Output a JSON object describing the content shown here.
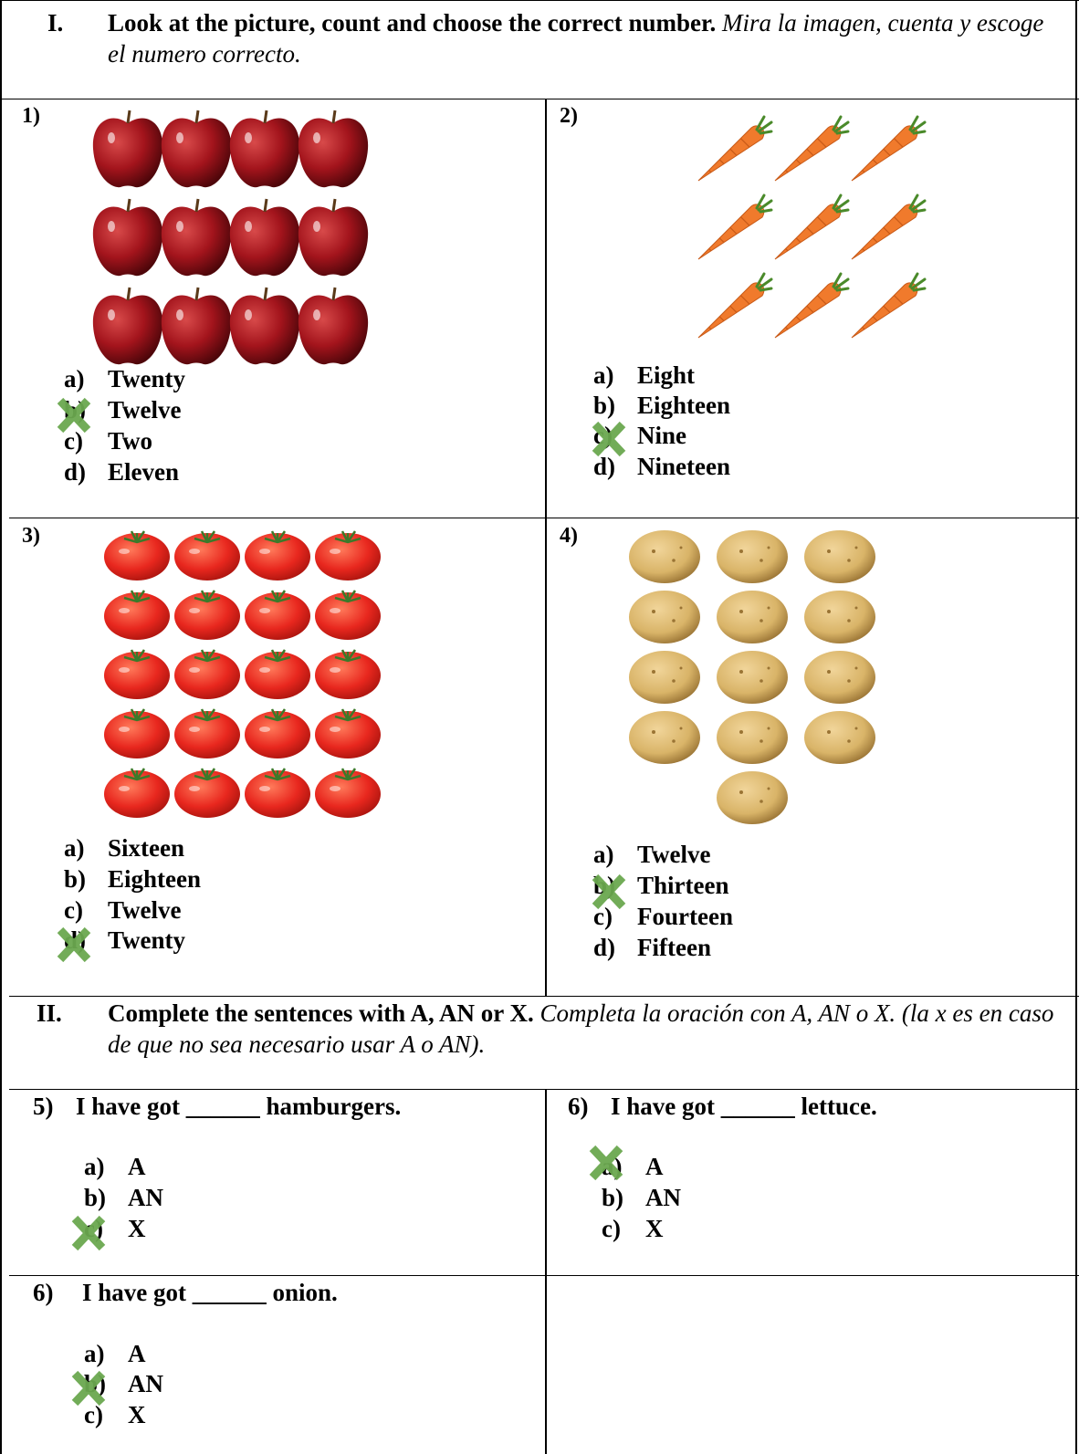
{
  "section1": {
    "roman": "I.",
    "instruction_en": "Look at the picture, count and choose the correct number.",
    "instruction_es": "Mira la imagen, cuenta y escoge el numero correcto."
  },
  "section2": {
    "roman": "II.",
    "instruction_en": "Complete the sentences with A, AN or X.",
    "instruction_es": "Completa la oración con A, AN o X. (la x es en caso de que no sea necesario usar A o AN)."
  },
  "questions": [
    {
      "num": "1)",
      "picture": "apples",
      "count": 12,
      "options": [
        {
          "letter": "a)",
          "word": "Twenty",
          "marked": false
        },
        {
          "letter": "b)",
          "word": "Twelve",
          "marked": true
        },
        {
          "letter": "c)",
          "word": "Two",
          "marked": false
        },
        {
          "letter": "d)",
          "word": "Eleven",
          "marked": false
        }
      ]
    },
    {
      "num": "2)",
      "picture": "carrots",
      "count": 9,
      "options": [
        {
          "letter": "a)",
          "word": "Eight",
          "marked": false
        },
        {
          "letter": "b)",
          "word": "Eighteen",
          "marked": false
        },
        {
          "letter": "c)",
          "word": "Nine",
          "marked": true
        },
        {
          "letter": "d)",
          "word": "Nineteen",
          "marked": false
        }
      ]
    },
    {
      "num": "3)",
      "picture": "tomatoes",
      "count": 20,
      "options": [
        {
          "letter": "a)",
          "word": "Sixteen",
          "marked": false
        },
        {
          "letter": "b)",
          "word": "Eighteen",
          "marked": false
        },
        {
          "letter": "c)",
          "word": "Twelve",
          "marked": false
        },
        {
          "letter": "d)",
          "word": "Twenty",
          "marked": true
        }
      ]
    },
    {
      "num": "4)",
      "picture": "potatoes",
      "count": 13,
      "options": [
        {
          "letter": "a)",
          "word": "Twelve",
          "marked": false
        },
        {
          "letter": "b)",
          "word": "Thirteen",
          "marked": true
        },
        {
          "letter": "c)",
          "word": "Fourteen",
          "marked": false
        },
        {
          "letter": "d)",
          "word": "Fifteen",
          "marked": false
        }
      ]
    },
    {
      "num": "5)",
      "sentence_start": "I have got",
      "blank": "______",
      "sentence_end": "hamburgers.",
      "options": [
        {
          "letter": "a)",
          "word": "A",
          "marked": false
        },
        {
          "letter": "b)",
          "word": "AN",
          "marked": false
        },
        {
          "letter": "c)",
          "word": "X",
          "marked": true
        }
      ]
    },
    {
      "num": "6)",
      "sentence_start": "I have got",
      "blank": "______",
      "sentence_end": "lettuce.",
      "options": [
        {
          "letter": "a)",
          "word": "A",
          "marked": true
        },
        {
          "letter": "b)",
          "word": "AN",
          "marked": false
        },
        {
          "letter": "c)",
          "word": "X",
          "marked": false
        }
      ]
    },
    {
      "num": "6)",
      "sentence_start": "I have got",
      "blank": "______",
      "sentence_end": "onion.",
      "options": [
        {
          "letter": "a)",
          "word": "A",
          "marked": false
        },
        {
          "letter": "b)",
          "word": "AN",
          "marked": true
        },
        {
          "letter": "c)",
          "word": "X",
          "marked": false
        }
      ]
    }
  ],
  "colors": {
    "mark": "#6aa84f",
    "apple": "#a3141c",
    "carrot": "#f07a2c",
    "tomato": "#e8271e",
    "potato": "#d9b468"
  }
}
